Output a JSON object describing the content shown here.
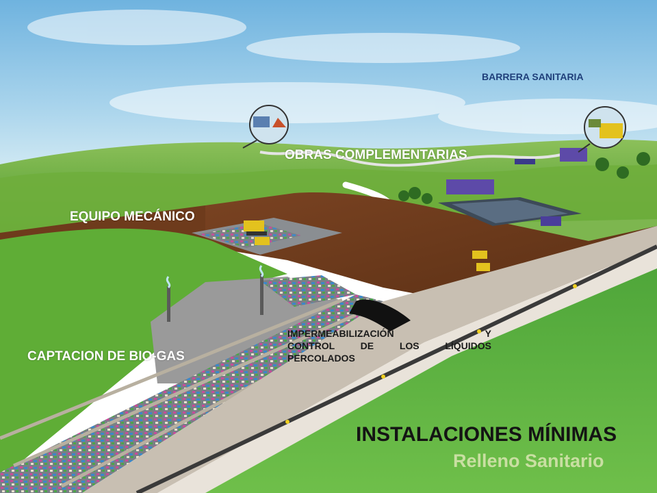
{
  "labels": {
    "barrera": "BARRERA SANITARIA",
    "obras": "OBRAS COMPLEMENTARIAS",
    "equipo": "EQUIPO MECÁNICO",
    "captacion": "CAPTACION DE BIO-GAS",
    "impermeabilizacion_l1a": "IMPERMEABILIZACIÓN",
    "impermeabilizacion_l1b": "Y",
    "impermeabilizacion_l2": "CONTROL DE LOS LÍQUIDOS",
    "impermeabilizacion_l3": "PERCOLADOS"
  },
  "title": {
    "main": "INSTALACIONES MÍNIMAS",
    "sub": "Relleno Sanitario"
  },
  "colors": {
    "sky": "#8fc4e4",
    "grass": "#5aa830",
    "soil": "#6b3a1c",
    "title_sub": "#c9dfa2"
  }
}
